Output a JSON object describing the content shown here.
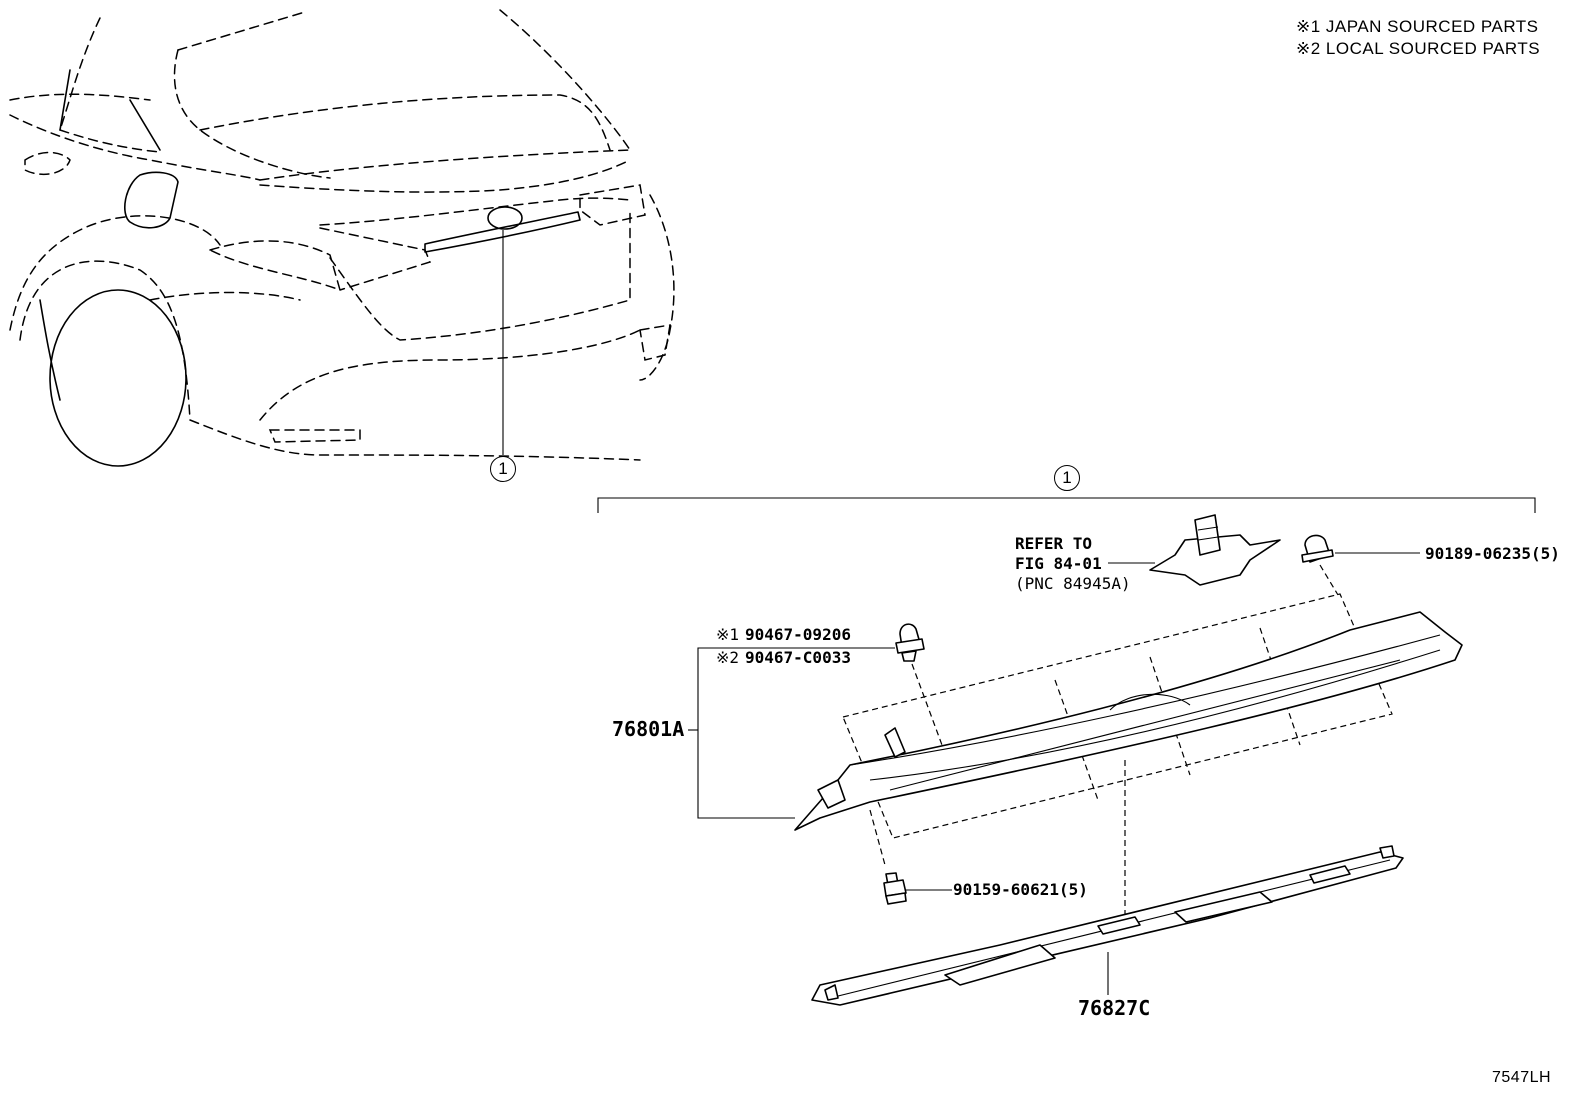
{
  "notes": {
    "line1": "※1 JAPAN SOURCED PARTS",
    "line2": "※2 LOCAL SOURCED PARTS"
  },
  "callouts": {
    "car": "1",
    "assembly": "1"
  },
  "refer": {
    "line1": "REFER TO",
    "line2": "FIG 84-01",
    "line3": "(PNC 84945A)"
  },
  "parts": {
    "clip_top_right": "90189-06235(5)",
    "clip_japan_mark": "※1",
    "clip_japan": "90467-09206",
    "clip_local_mark": "※2",
    "clip_local": "90467-C0033",
    "garnish": "76801A",
    "screw": "90159-60621(5)",
    "cover": "76827C"
  },
  "figure_id": "7547LH"
}
